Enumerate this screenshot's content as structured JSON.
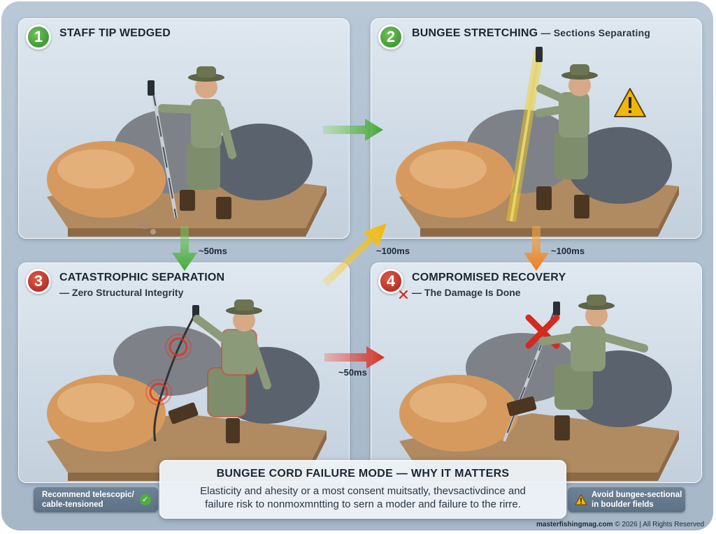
{
  "panels": [
    {
      "number": "1",
      "title": "STAFF TIP WEDGED",
      "subtitle": ""
    },
    {
      "number": "2",
      "title": "BUNGEE STRETCHING",
      "subtitle": " — Sections Separating"
    },
    {
      "number": "3",
      "title": "CATASTROPHIC SEPARATION",
      "subtitle": "— Zero Structural Integrity"
    },
    {
      "number": "4",
      "title": "COMPROMISED RECOVERY",
      "subtitle": "— The Damage Is Done"
    }
  ],
  "transitions": {
    "t1_to_3": "~50ms",
    "t3_to_2": "~100ms",
    "t2_to_4": "~100ms",
    "t3_to_4": "~50ms"
  },
  "info": {
    "title": "BUNGEE CORD FAILURE MODE — WHY IT MATTERS",
    "body_line1": "Elasticity and ahesity or a most consent muitsatly, thevsactivdince and",
    "body_line2": "failure risk to nonmoxmntting to sern a moder and failure to the rirre."
  },
  "tips": {
    "left_line1": "Recommend telescopic/",
    "left_line2": "cable-tensioned",
    "right_line1": "Avoid bungee-sectional",
    "right_line2": "in boulder fields"
  },
  "footer": {
    "site": "masterfishingmag.com",
    "rights": " © 2026 | All Rights Reserved"
  },
  "colors": {
    "success_green": "#3fa535",
    "danger_red": "#d42a1f",
    "warning_yellow": "#f2b705",
    "warning_orange": "#f07a1a"
  },
  "icons": [
    "check-icon",
    "warning-icon",
    "cross-icon",
    "direction-arrow-icon"
  ]
}
